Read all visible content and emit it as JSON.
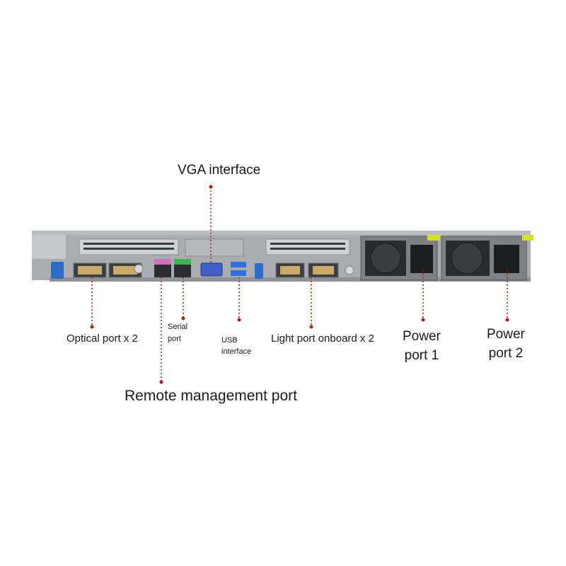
{
  "labels": {
    "vga": "VGA interface",
    "optical": "Optical port x 2",
    "serial_line1": "Serial",
    "serial_line2": "port",
    "usb_line1": "USB",
    "usb_line2": "interface",
    "light": "Light port onboard x 2",
    "power1_line1": "Power",
    "power1_line2": "port 1",
    "power2_line1": "Power",
    "power2_line2": "port 2",
    "remote": "Remote management port"
  },
  "colors": {
    "leader": "#c41414",
    "chassis": "#a9adb2",
    "usb_port": "#2f6fe0",
    "vga_port": "#4060c8",
    "serial_port": "#39b54a",
    "handle": "#2d6cc4",
    "psu_latch": "#d9e021"
  }
}
